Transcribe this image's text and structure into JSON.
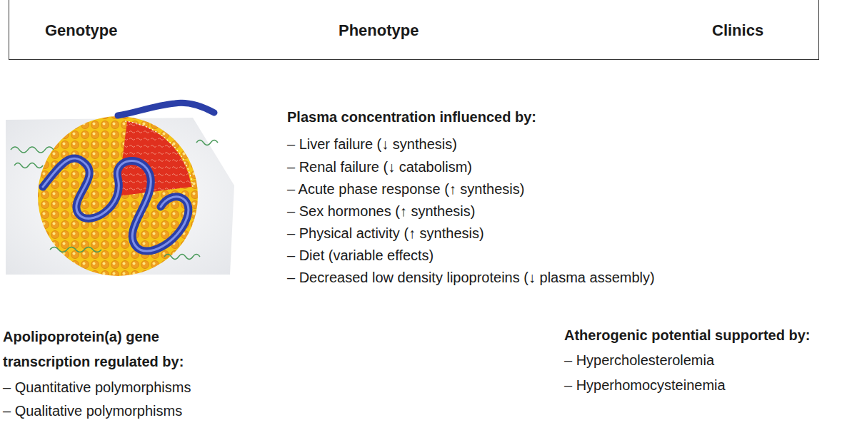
{
  "diagram": {
    "nodes": [
      {
        "text": [
          "Genotype",
          "Phenotype",
          "Clinics"
        ]
      }
    ],
    "labels": [
      "Plasma concentration influenced by:",
      "– Liver failure (↓ synthesis)",
      "– Renal failure (↓ catabolism)",
      "– Acute phase response (↑ synthesis)",
      "– Sex hormones (↑ synthesis)",
      "– Physical activity (↑ synthesis)",
      "– Diet (variable effects)",
      "– Decreased low density lipoproteins (↓ plasma assembly)",
      "Apolipoprotein(a) gene transcription regulated by:",
      "– Quantitative polymorphisms",
      "– Qualitative polymorphisms",
      "Atherogenic potential supported by:",
      "– Hypercholesterolemia",
      "– Hyperhomocysteinemia"
    ]
  }
}
